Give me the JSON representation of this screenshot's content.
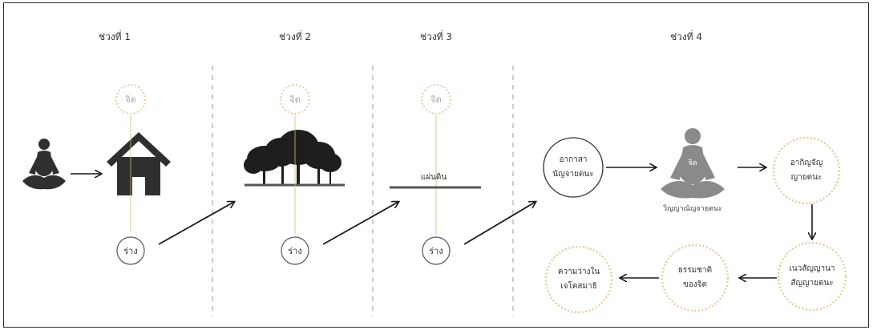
{
  "stages": {
    "stage1": {
      "title": "ช่วงที่ 1"
    },
    "stage2": {
      "title": "ช่วงที่ 2"
    },
    "stage3": {
      "title": "ช่วงที่ 3"
    },
    "stage4": {
      "title": "ช่วงที่ 4"
    }
  },
  "labels": {
    "mind": "จิต",
    "body": "ร่าง",
    "ground": "แผ่นดิน"
  },
  "stage4": {
    "akasa_line1": "อากาสา",
    "akasa_line2": "นัญจายตนะ",
    "vinnana_caption": "วิญญาณัญจายตนะ",
    "vinnana_chest": "จิต",
    "akinc_line1": "อากิญจัญ",
    "akinc_line2": "ญายตนะ",
    "neva_line1": "เนวสัญญานา",
    "neva_line2": "สัญญายตนะ",
    "dhamma_line1": "ธรรมชาติ",
    "dhamma_line2": "ของจิต",
    "empty_line1": "ความว่างใน",
    "empty_line2": "เจโตสมาธิ"
  },
  "colors": {
    "dotted_ring": "#e3cf9e",
    "thread": "#d8b57a",
    "icon_dark": "#2f2f2f",
    "icon_grey": "#8a8a8a",
    "separator": "#9a9a9a"
  },
  "icons": {
    "meditator": "meditating-person-icon",
    "house": "house-icon",
    "trees": "trees-icon"
  }
}
